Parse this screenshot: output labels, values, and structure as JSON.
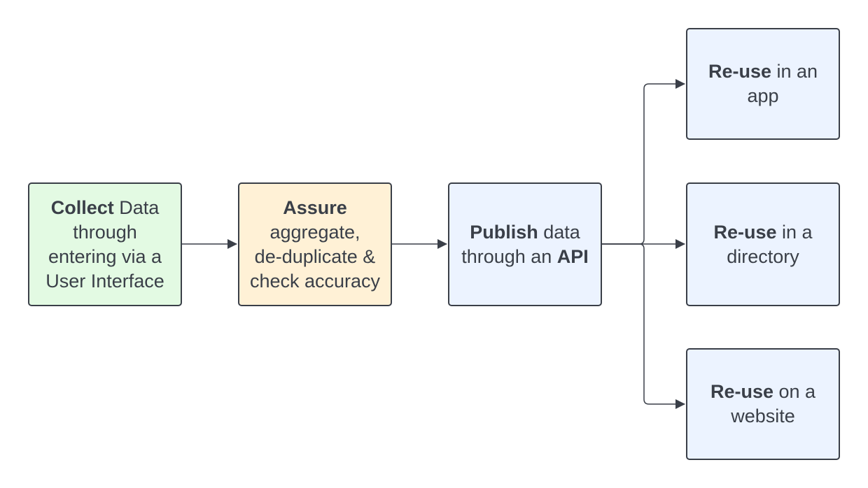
{
  "nodes": {
    "collect": {
      "bold": "Collect",
      "rest": " Data",
      "line2": "through",
      "line3": "entering via a",
      "line4": "User Interface"
    },
    "assure": {
      "bold": "Assure",
      "line2": "aggregate,",
      "line3": "de-duplicate &",
      "line4": "check accuracy"
    },
    "publish": {
      "bold": "Publish",
      "rest": " data",
      "line2_pre": "through an ",
      "line2_bold": "API"
    },
    "reuse_app": {
      "bold": "Re-use",
      "rest": " in an",
      "line2": "app"
    },
    "reuse_directory": {
      "bold": "Re-use",
      "rest": " in a",
      "line2": "directory"
    },
    "reuse_website": {
      "bold": "Re-use",
      "rest": " on a",
      "line2": "website"
    }
  },
  "colors": {
    "collect_fill": "#e3fae3",
    "assure_fill": "#fff1d6",
    "publish_fill": "#ecf3ff",
    "reuse_fill": "#ecf3ff",
    "stroke": "#3a3f48"
  }
}
